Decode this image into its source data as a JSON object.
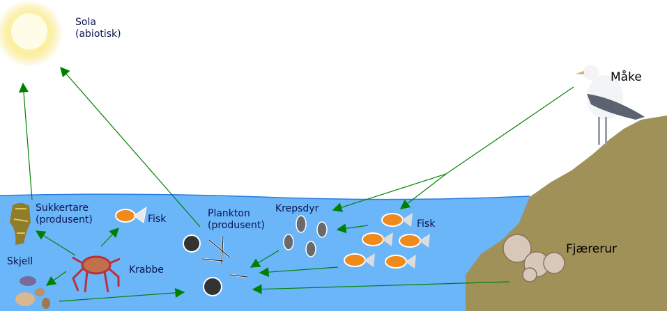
{
  "labels": {
    "sun": "Sola",
    "sun_sub": "(abiotisk)",
    "kelp": "Sukkertare",
    "kelp_sub": "(produsent)",
    "fish_small": "Fisk",
    "plankton": "Plankton",
    "plankton_sub": "(produsent)",
    "crustaceans": "Krepsdyr",
    "fish_school": "Fisk",
    "gull": "Måke",
    "shells": "Skjell",
    "crab": "Krabbe",
    "barnacles": "Fjærerur"
  },
  "colors": {
    "water": "#6bb5f9",
    "land": "#a09158",
    "arrow": "#008000",
    "label": "#0a1650"
  }
}
